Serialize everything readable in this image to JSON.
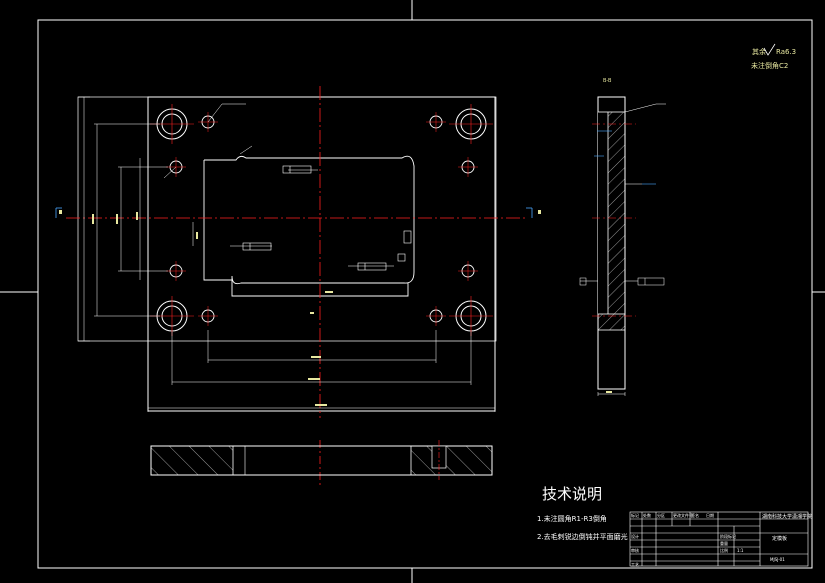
{
  "colors": {
    "background": "#000000",
    "outline": "#ffffff",
    "center_line": "#ff2020",
    "dimension": "#ffffff",
    "annotation": "#4aa8ff",
    "accent": "#ff3333"
  },
  "surface_note": {
    "line1": "其余",
    "roughness": "Ra6.3",
    "line2": "未注倒角C2"
  },
  "section_label": "B-B",
  "tech_notes": {
    "title": "技术说明",
    "items": [
      "1.未注圆角R1-R3倒角",
      "2.去毛刺锐边倒钝并平面磨光"
    ]
  },
  "title_block": {
    "header": [
      "标记",
      "处数",
      "分区",
      "更改文件号",
      "签名",
      "日期"
    ],
    "row_labels": [
      "设计",
      "审核",
      "工艺"
    ],
    "meta_labels": [
      "阶段标记",
      "重量",
      "比例"
    ],
    "scale": "1:1",
    "school": "湖南科技大学潇湘学院",
    "part_name": "定模板",
    "drawing_no": "MJSJ-01"
  }
}
